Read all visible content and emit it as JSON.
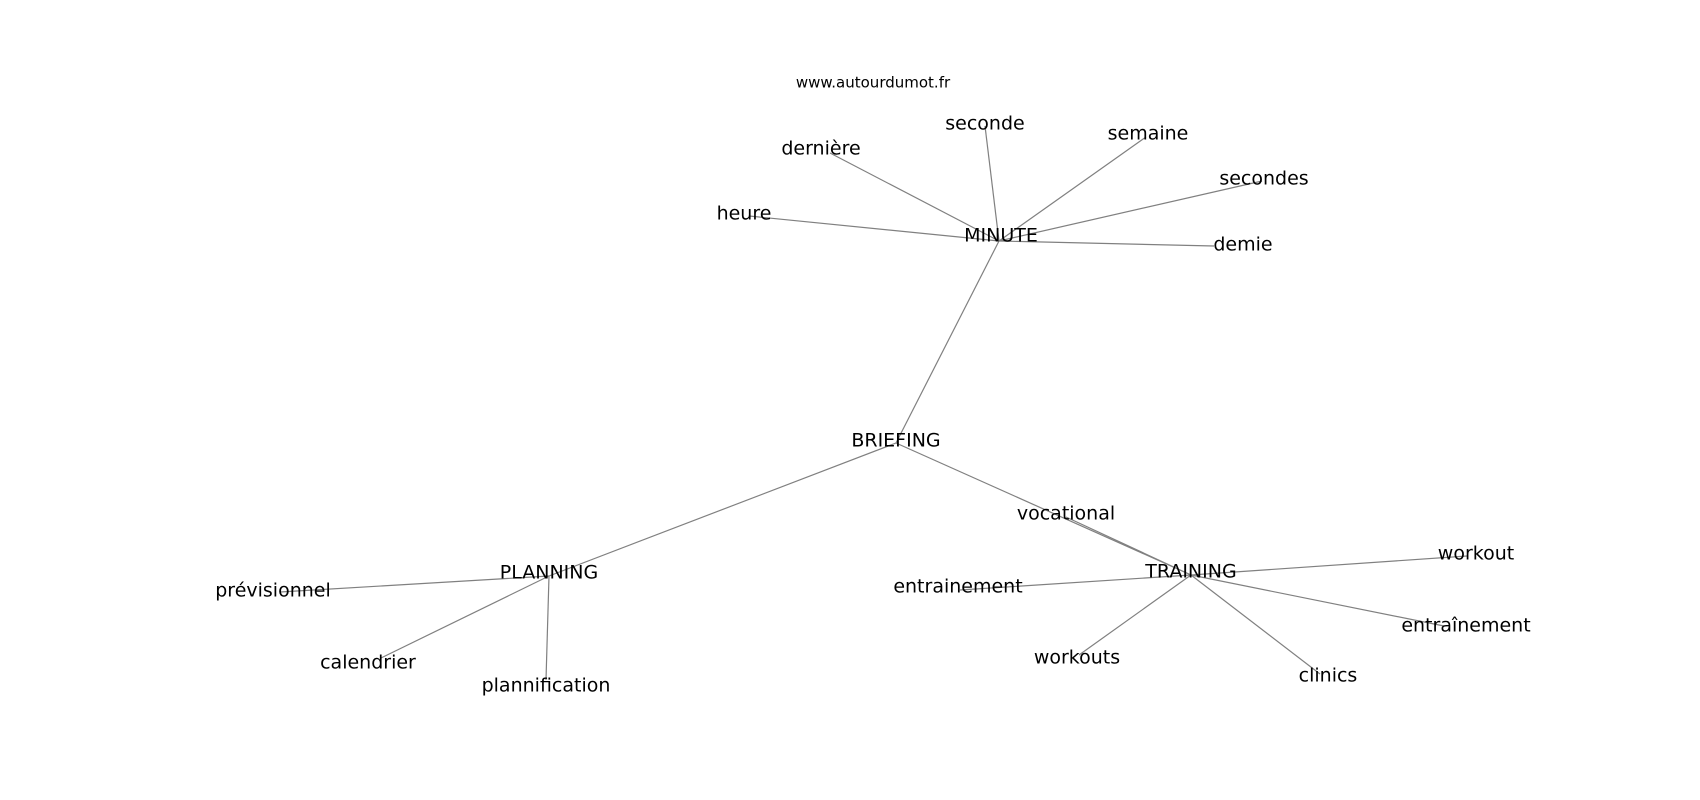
{
  "source_credit": "www.autourdumot.fr",
  "graph": {
    "nodes": [
      {
        "id": "briefing",
        "label": "BRIEFING"
      },
      {
        "id": "minute",
        "label": "MINUTE"
      },
      {
        "id": "planning",
        "label": "PLANNING"
      },
      {
        "id": "training",
        "label": "TRAINING"
      },
      {
        "id": "derniere",
        "label": "dernière"
      },
      {
        "id": "seconde",
        "label": "seconde"
      },
      {
        "id": "semaine",
        "label": "semaine"
      },
      {
        "id": "secondes",
        "label": "secondes"
      },
      {
        "id": "heure",
        "label": "heure"
      },
      {
        "id": "demie",
        "label": "demie"
      },
      {
        "id": "previsionnel",
        "label": "prévisionnel"
      },
      {
        "id": "calendrier",
        "label": "calendrier"
      },
      {
        "id": "plannification",
        "label": "plannification"
      },
      {
        "id": "vocational",
        "label": "vocational"
      },
      {
        "id": "entrainement",
        "label": "entrainement"
      },
      {
        "id": "workouts",
        "label": "workouts"
      },
      {
        "id": "clinics",
        "label": "clinics"
      },
      {
        "id": "entrainement2",
        "label": "entraînement"
      },
      {
        "id": "workout",
        "label": "workout"
      }
    ],
    "edges": [
      [
        "briefing",
        "minute"
      ],
      [
        "briefing",
        "planning"
      ],
      [
        "briefing",
        "training"
      ],
      [
        "minute",
        "derniere"
      ],
      [
        "minute",
        "seconde"
      ],
      [
        "minute",
        "semaine"
      ],
      [
        "minute",
        "secondes"
      ],
      [
        "minute",
        "heure"
      ],
      [
        "minute",
        "demie"
      ],
      [
        "planning",
        "previsionnel"
      ],
      [
        "planning",
        "calendrier"
      ],
      [
        "planning",
        "plannification"
      ],
      [
        "training",
        "vocational"
      ],
      [
        "training",
        "entrainement"
      ],
      [
        "training",
        "workouts"
      ],
      [
        "training",
        "clinics"
      ],
      [
        "training",
        "entrainement2"
      ],
      [
        "training",
        "workout"
      ]
    ]
  }
}
